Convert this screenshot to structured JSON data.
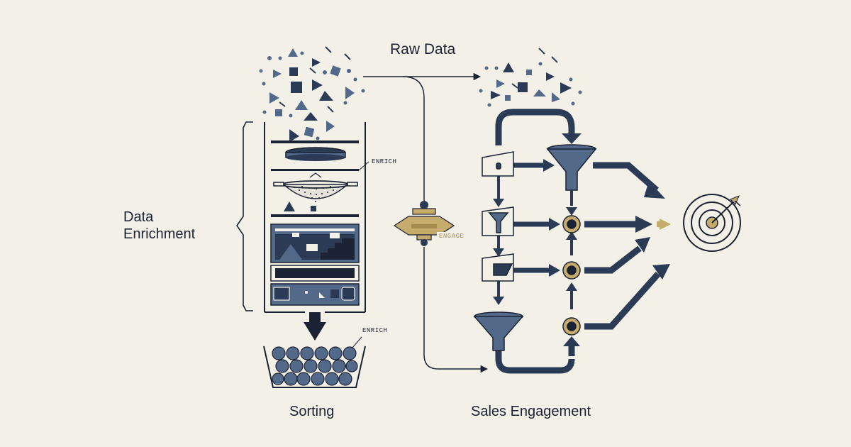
{
  "labels": {
    "raw_data": "Raw Data",
    "data_enrichment_line1": "Data",
    "data_enrichment_line2": "Enrichment",
    "sorting": "Sorting",
    "sales_engagement": "Sales Engagement"
  },
  "tags": {
    "enrich_top": "ENRICH",
    "enrich_bottom": "ENRICH",
    "engage": "ENGAGE"
  },
  "colors": {
    "background": "#f3f0e8",
    "navy": "#2b3a55",
    "slate": "#52698a",
    "gold": "#c6ac6c",
    "ink": "#1b2233"
  },
  "icons": [
    "data-particles",
    "filter-column",
    "funnel-icon",
    "target-icon",
    "gear-hub-icon",
    "bucket-icon"
  ]
}
